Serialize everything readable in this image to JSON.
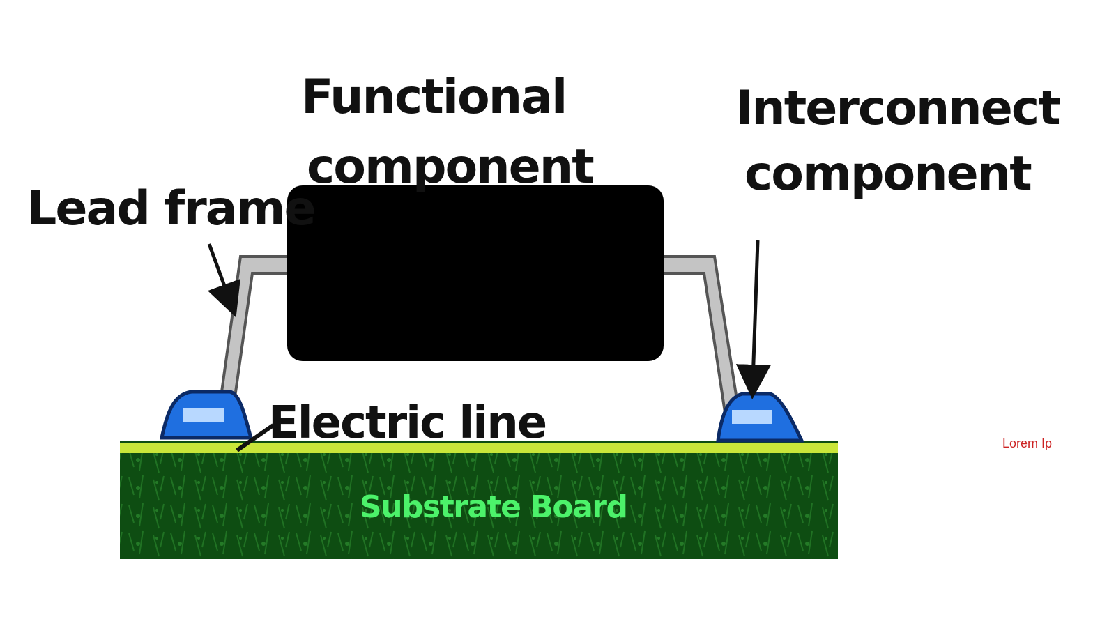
{
  "labels": {
    "functional_line1": "Functional",
    "functional_line2": "component",
    "interconnect_line1": "Interconnect",
    "interconnect_line2": "component",
    "lead_frame": "Lead frame",
    "electric_line": "Electric  line",
    "substrate_board": "Substrate Board",
    "lorem": "Lorem Ip"
  },
  "colors": {
    "board": "#0e4d12",
    "board_text": "#4cf26a",
    "electric_line": "#c9e63a",
    "component_body": "#000000",
    "solder": "#1f6fe0",
    "lead": "#c4c4c4",
    "lorem_text": "#cc2222"
  }
}
